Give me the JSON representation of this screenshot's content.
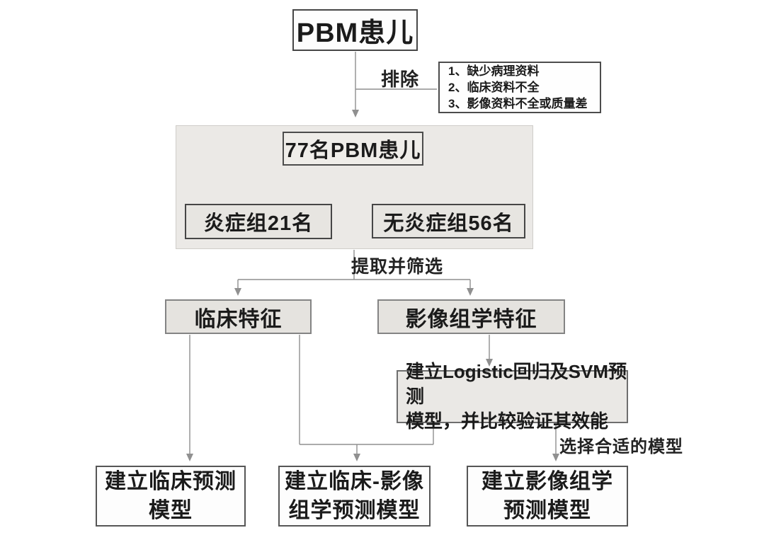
{
  "diagram": {
    "title_node": "PBM患儿",
    "colors": {
      "background": "#ffffff",
      "line": "#8f8f8f",
      "arrowhead": "#909090",
      "box_border_dark": "#4c4c4c",
      "box_border_gray": "#848484",
      "gray_fill": "#e6e4e0",
      "container_fill": "#ebe9e6",
      "white_fill": "#fdfdfd",
      "text": "#1b1b1b"
    },
    "nodes": {
      "pbm": {
        "label": "PBM患儿"
      },
      "exclusion": {
        "items": [
          "1、缺少病理资料",
          "2、临床资料不全",
          "3、影像资料不全或质量差"
        ]
      },
      "cohort": {
        "label": "77名PBM患儿"
      },
      "inflammation_group": {
        "label": "炎症组21名"
      },
      "no_inflammation_group": {
        "label": "无炎症组56名"
      },
      "clinical_features": {
        "label": "临床特征"
      },
      "radiomics_features": {
        "label": "影像组学特征"
      },
      "model_building": {
        "line1": "建立Logistic回归及SVM预测",
        "line2": "模型，并比较验证其效能"
      },
      "clinical_model": {
        "line1": "建立临床预测",
        "line2": "模型"
      },
      "combined_model": {
        "line1": "建立临床-影像",
        "line2": "组学预测模型"
      },
      "radiomics_model": {
        "line1": "建立影像组学",
        "line2": "预测模型"
      }
    },
    "edge_labels": {
      "exclude": "排除",
      "extract_filter": "提取并筛选",
      "select_model": "选择合适的模型"
    }
  }
}
